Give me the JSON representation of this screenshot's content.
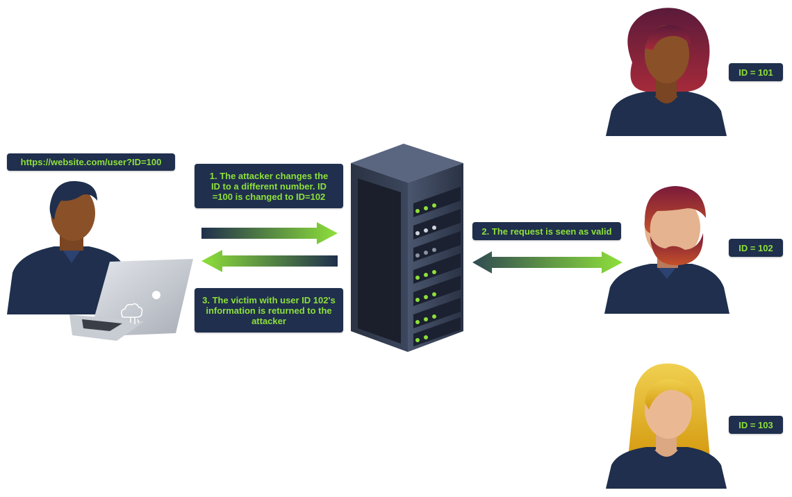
{
  "url_label": "https://website.com/user?ID=100",
  "steps": {
    "step1": "1.  The attacker changes the ID to a different number.  ID =100 is changed to ID=102",
    "step2": "2. The request is seen as valid",
    "step3": "3. The victim with user ID 102's information is returned to the attacker"
  },
  "users": [
    {
      "id_label": "ID = 101"
    },
    {
      "id_label": "ID = 102"
    },
    {
      "id_label": "ID = 103"
    }
  ],
  "colors": {
    "label_bg": "#1f2f4d",
    "label_text": "#8ee03a",
    "arrow_green": "#8ee03a",
    "shirt_navy": "#1f2f4d"
  },
  "icons": [
    "attacker-figure",
    "laptop-icon",
    "cloud-icon",
    "server-rack-icon",
    "user-figure"
  ]
}
